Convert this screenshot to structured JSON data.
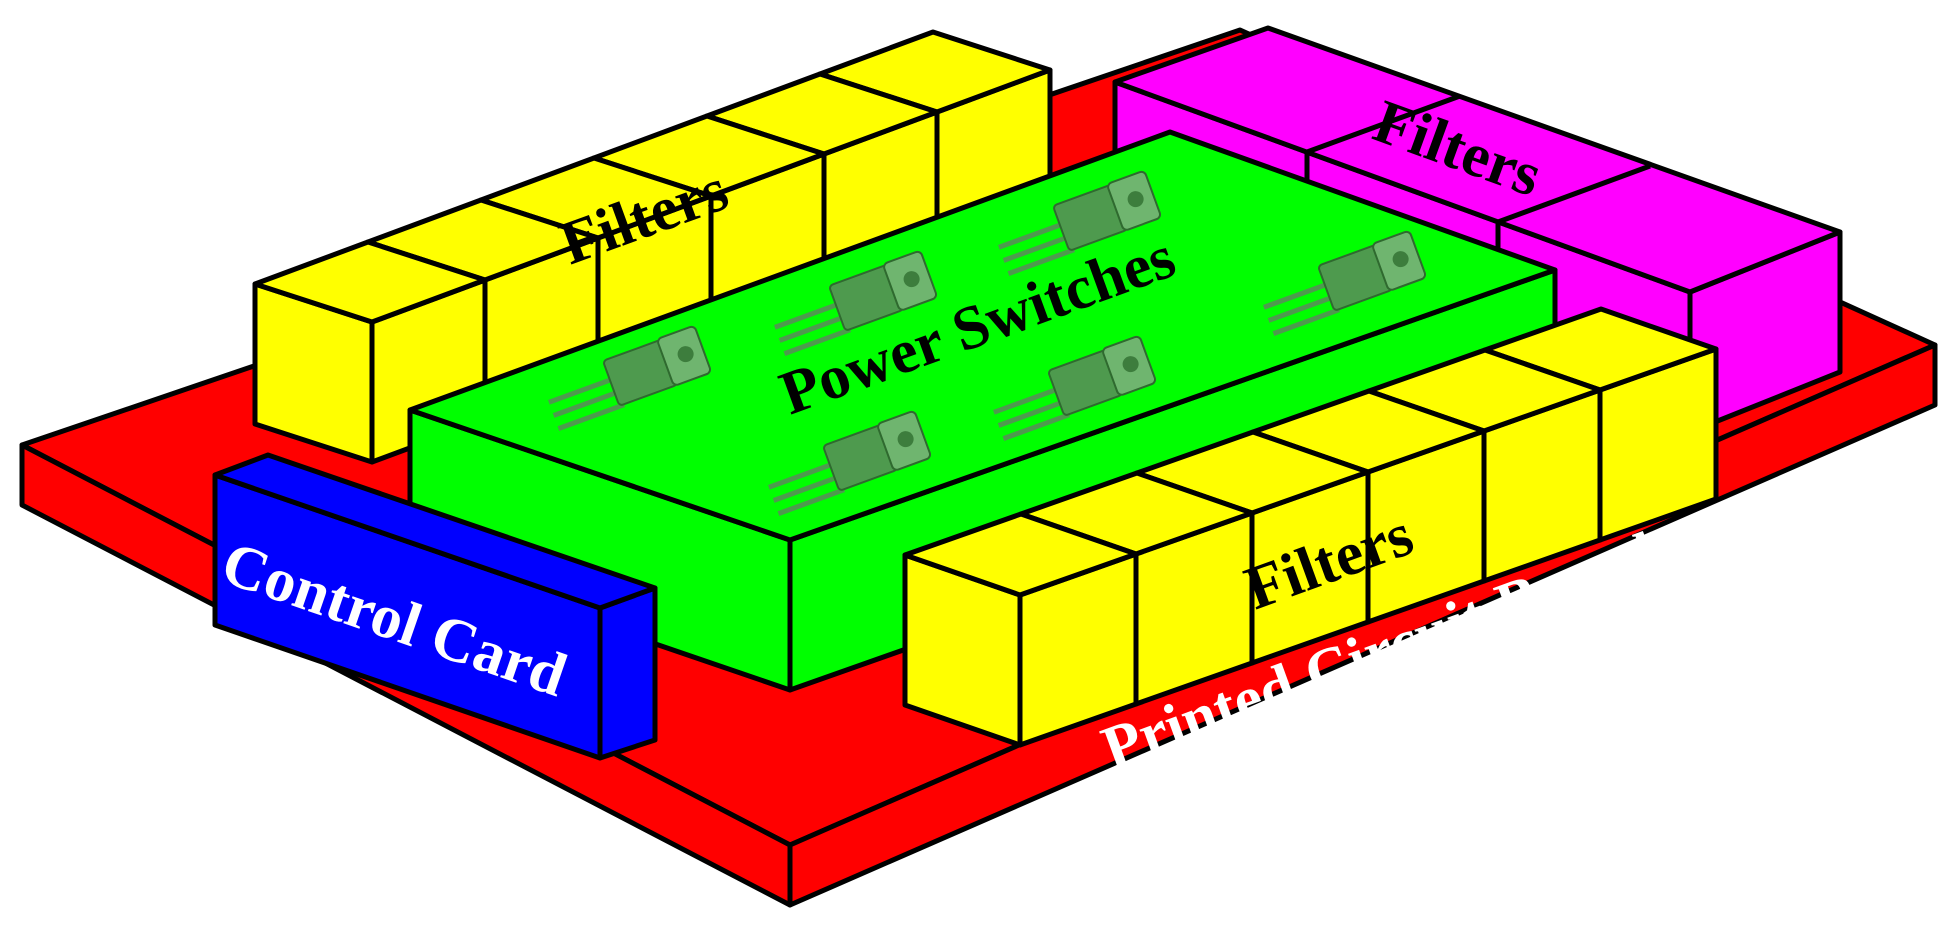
{
  "labels": {
    "pcb": "Printed Circuit Board",
    "control_card": "Control Card",
    "power_switches": "Power Switches",
    "filters_back_left": "Filters",
    "filters_back_right": "Filters",
    "filters_front": "Filters"
  },
  "colors": {
    "pcb": "#ff0000",
    "control_card": "#0000ff",
    "power_module": "#00ff00",
    "filter_yellow": "#ffff00",
    "filter_magenta": "#ff00ff",
    "transistor": "#4e9a4e",
    "outline": "#000000",
    "label_dark": "#000000",
    "label_light": "#ffffff"
  },
  "icons": {
    "transistor": "to-220-transistor-icon"
  },
  "transistor_count": 6
}
